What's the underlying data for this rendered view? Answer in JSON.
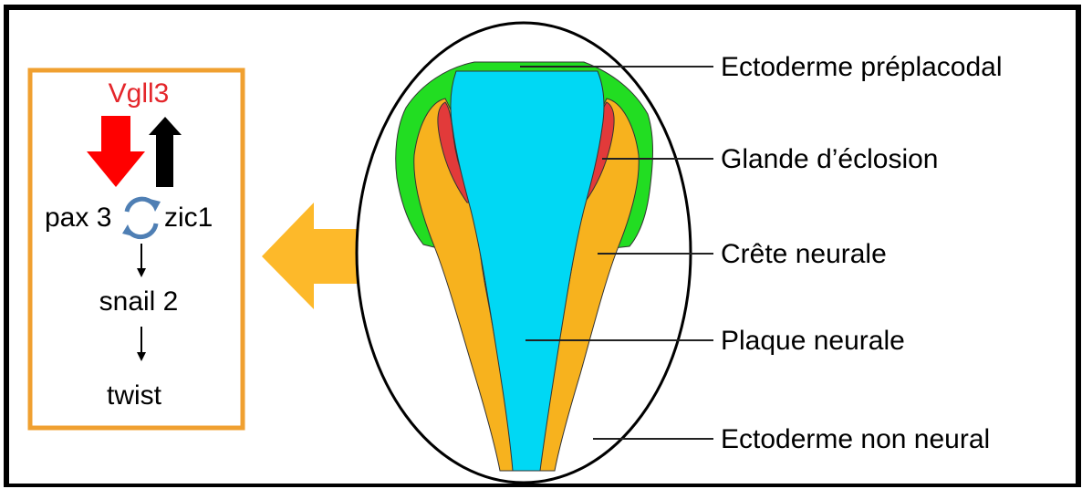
{
  "pathway": {
    "regulator": "Vgll3",
    "gene_a": "pax 3",
    "gene_b": "zic1",
    "gene_c": "snail 2",
    "gene_d": "twist"
  },
  "labels": {
    "preplacodal": "Ectoderme préplacodal",
    "hatching_gland": "Glande d’éclosion",
    "neural_crest": "Crête neurale",
    "neural_plate": "Plaque neurale",
    "non_neural": "Ectoderme non neural"
  },
  "colors": {
    "preplacodal": "#22dd22",
    "hatching_gland": "#e23a3a",
    "neural_crest": "#f7b21e",
    "neural_plate": "#00d8f4",
    "box_border": "#f0a030",
    "big_arrow": "#fdb92a",
    "down_arrow": "#ff0000",
    "up_arrow": "#000000",
    "cycle_arrows": "#4f7fb4"
  }
}
